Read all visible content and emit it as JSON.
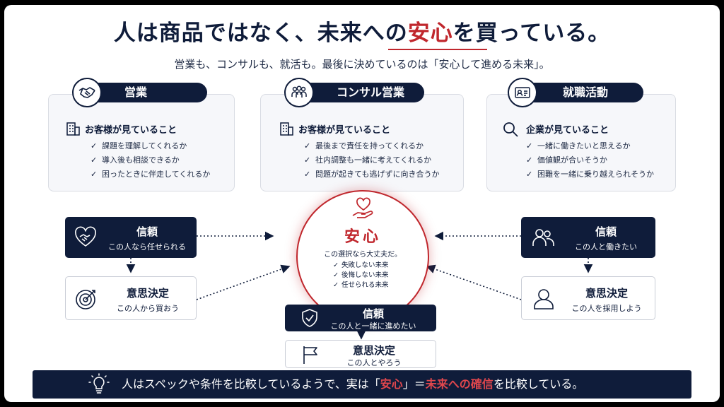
{
  "header": {
    "title_pre": "人は商品ではなく、未来への",
    "title_emph": "安心",
    "title_post": "を買っている。",
    "subtitle": "営業も、コンサルも、就活も。最後に決めているのは「安心して進める未来」。"
  },
  "cards": [
    {
      "label": "営業",
      "icon": "handshake-icon",
      "heading": "お客様が見ていること",
      "heading_icon": "building-icon",
      "items": [
        "課題を理解してくれるか",
        "導入後も相談できるか",
        "困ったときに伴走してくれるか"
      ]
    },
    {
      "label": "コンサル営業",
      "icon": "team-icon",
      "heading": "お客様が見ていること",
      "heading_icon": "building-icon",
      "items": [
        "最後まで責任を持ってくれるか",
        "社内調整も一緒に考えてくれるか",
        "問題が起きても逃げずに向き合うか"
      ]
    },
    {
      "label": "就職活動",
      "icon": "id-card-icon",
      "heading": "企業が見ていること",
      "heading_icon": "magnifier-icon",
      "items": [
        "一緒に働きたいと思えるか",
        "価値観が合いそうか",
        "困難を一緒に乗り越えられそうか"
      ]
    }
  ],
  "left_flow": {
    "trust": {
      "title": "信頼",
      "sub": "この人なら任せられる",
      "icon": "heart-handshake-icon"
    },
    "decision": {
      "title": "意思決定",
      "sub": "この人から買おう",
      "icon": "target-icon"
    }
  },
  "right_flow": {
    "trust": {
      "title": "信頼",
      "sub": "この人と働きたい",
      "icon": "people-icon"
    },
    "decision": {
      "title": "意思決定",
      "sub": "この人を採用しよう",
      "icon": "person-icon"
    }
  },
  "center_flow": {
    "trust": {
      "title": "信頼",
      "sub": "この人と一緒に進めたい",
      "icon": "shield-check-icon"
    },
    "decision": {
      "title": "意思決定",
      "sub": "この人とやろう",
      "icon": "flag-icon"
    }
  },
  "center": {
    "label": "安心",
    "sub": "この選択なら大丈夫だ。",
    "items": [
      "失敗しない未来",
      "後悔しない未来",
      "任せられる未来"
    ],
    "icon": "heart-hand-icon"
  },
  "footer": {
    "icon": "lightbulb-icon",
    "text_pre": "人はスペックや条件を比較しているようで、実は「",
    "text_emph1": "安心",
    "text_mid": "」＝",
    "text_emph2": "未来への確信",
    "text_post": "を比較している。"
  },
  "colors": {
    "navy": "#0f1c3a",
    "accent_red": "#c0272d",
    "card_bg": "#f6f7fa"
  }
}
